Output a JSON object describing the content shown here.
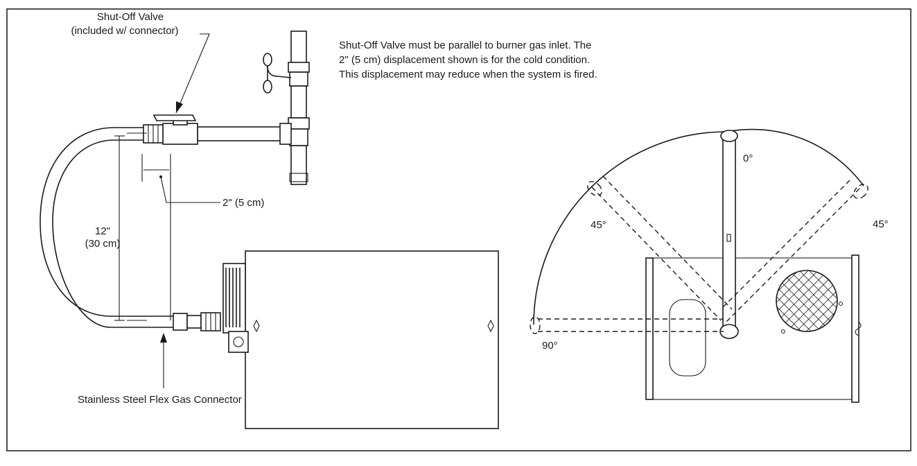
{
  "labels": {
    "valve_line1": "Shut-Off Valve",
    "valve_line2": "(included w/ connector)",
    "note_line1": "Shut-Off Valve must be parallel to burner gas inlet. The",
    "note_line2": "2\" (5 cm) displacement shown is for the cold condition.",
    "note_line3": "This displacement may reduce when the system is fired.",
    "displacement": "2\" (5 cm)",
    "height_line1": "12\"",
    "height_line2": "(30 cm)",
    "connector": "Stainless Steel Flex Gas Connector",
    "angle_0": "0°",
    "angle_45_left": "45°",
    "angle_45_right": "45°",
    "angle_90": "90°"
  }
}
